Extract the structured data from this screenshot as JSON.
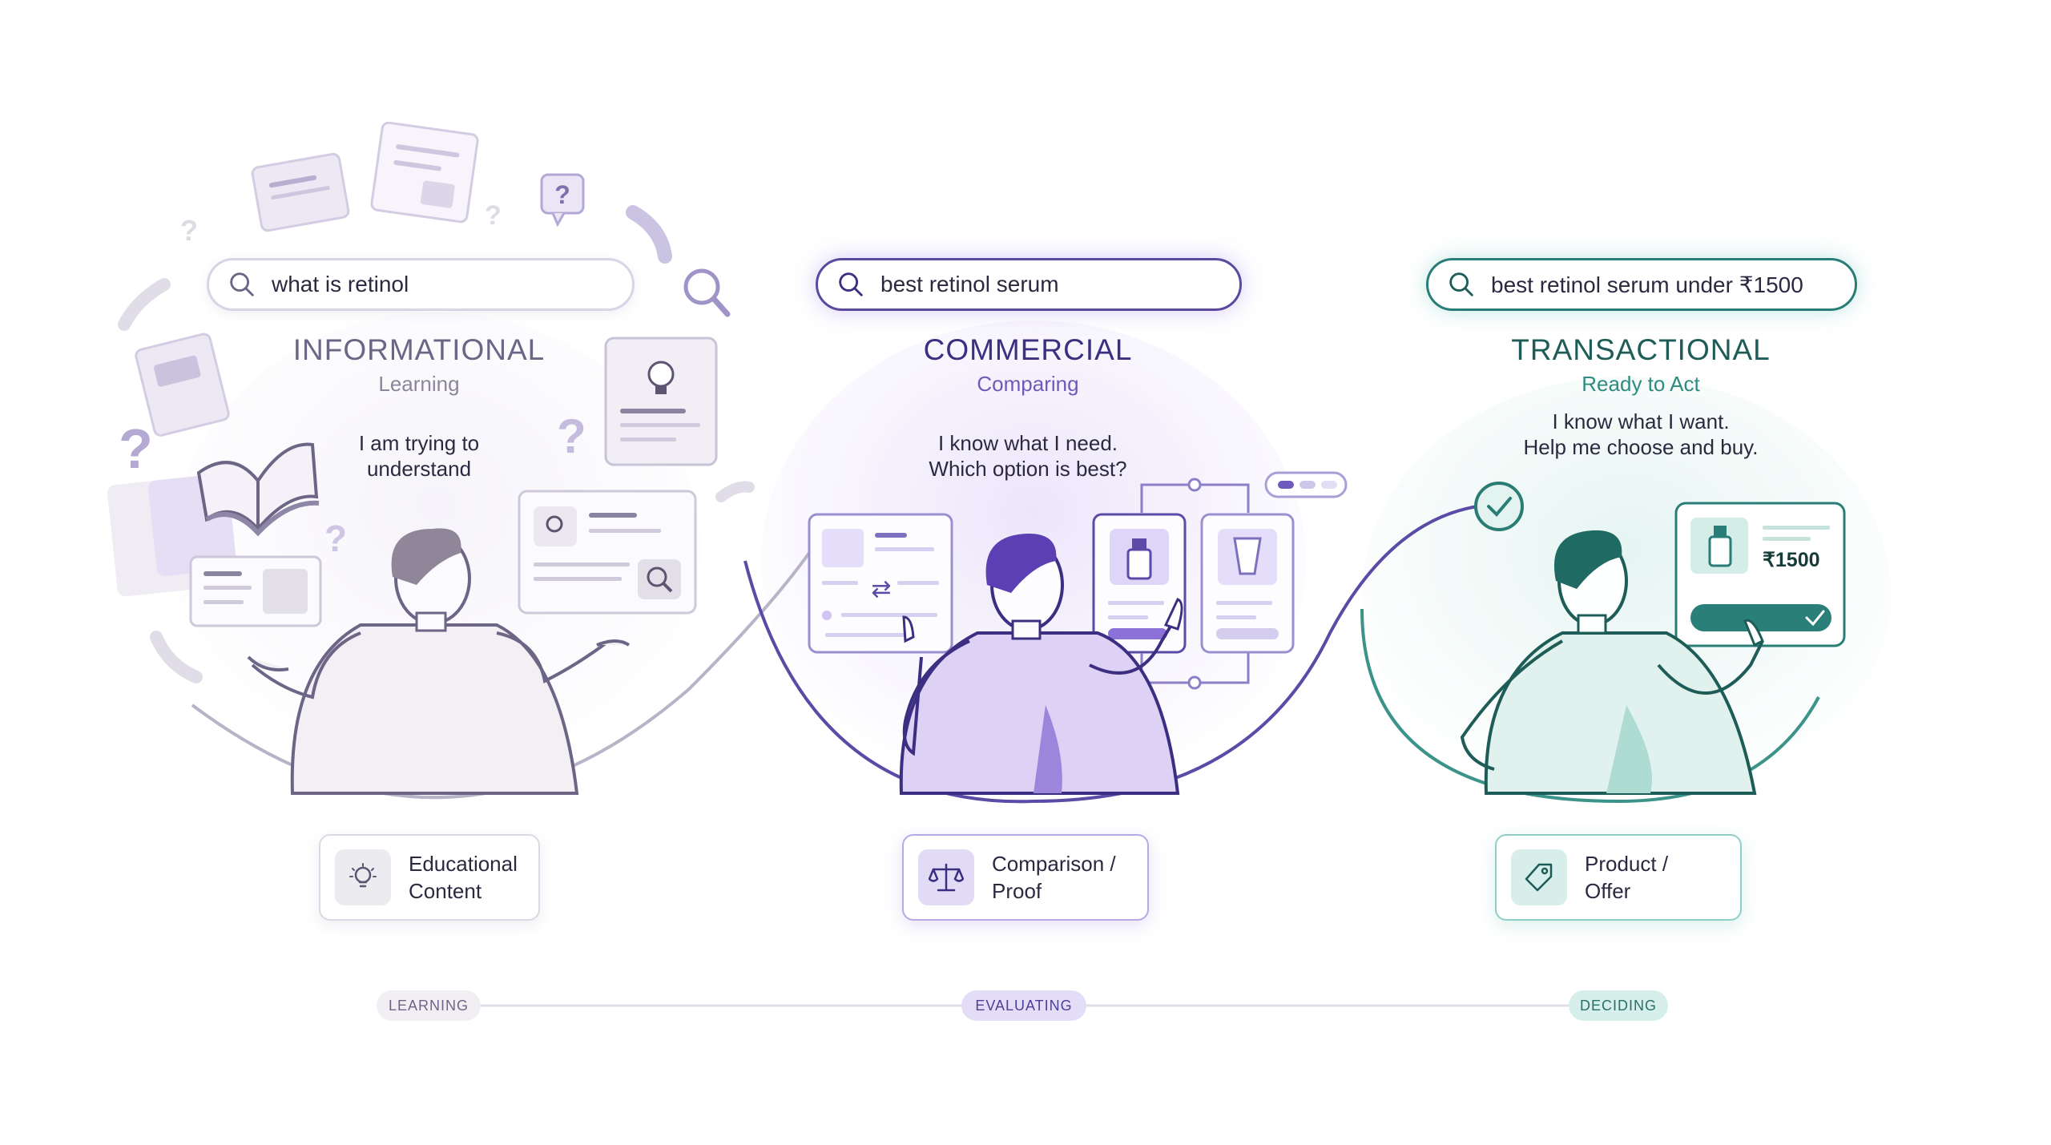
{
  "colors": {
    "informational": "#6d6585",
    "commercial": "#4a3c94",
    "transactional": "#2a7d76",
    "line": "#d8d4e2"
  },
  "stages": [
    {
      "query": "what is retinol",
      "title": "INFORMATIONAL",
      "subtitle": "Learning",
      "quote_line1": "I am trying to",
      "quote_line2": "understand",
      "content_type": "Educational\nContent",
      "content_icon": "lightbulb-icon",
      "phase": "LEARNING"
    },
    {
      "query": "best retinol serum",
      "title": "COMMERCIAL",
      "subtitle": "Comparing",
      "quote_line1": "I know what I need.",
      "quote_line2": "Which option is best?",
      "content_type": "Comparison /\nProof",
      "content_icon": "balance-scale-icon",
      "phase": "EVALUATING"
    },
    {
      "query": "best retinol serum under ₹1500",
      "title": "TRANSACTIONAL",
      "subtitle": "Ready to Act",
      "quote_line1": "I know what I want.",
      "quote_line2": "Help me choose and buy.",
      "content_type": "Product /\nOffer",
      "content_icon": "price-tag-icon",
      "phase": "DECIDING"
    }
  ],
  "product_card": {
    "price": "₹1500"
  },
  "decorations": {
    "question_mark": "?"
  }
}
